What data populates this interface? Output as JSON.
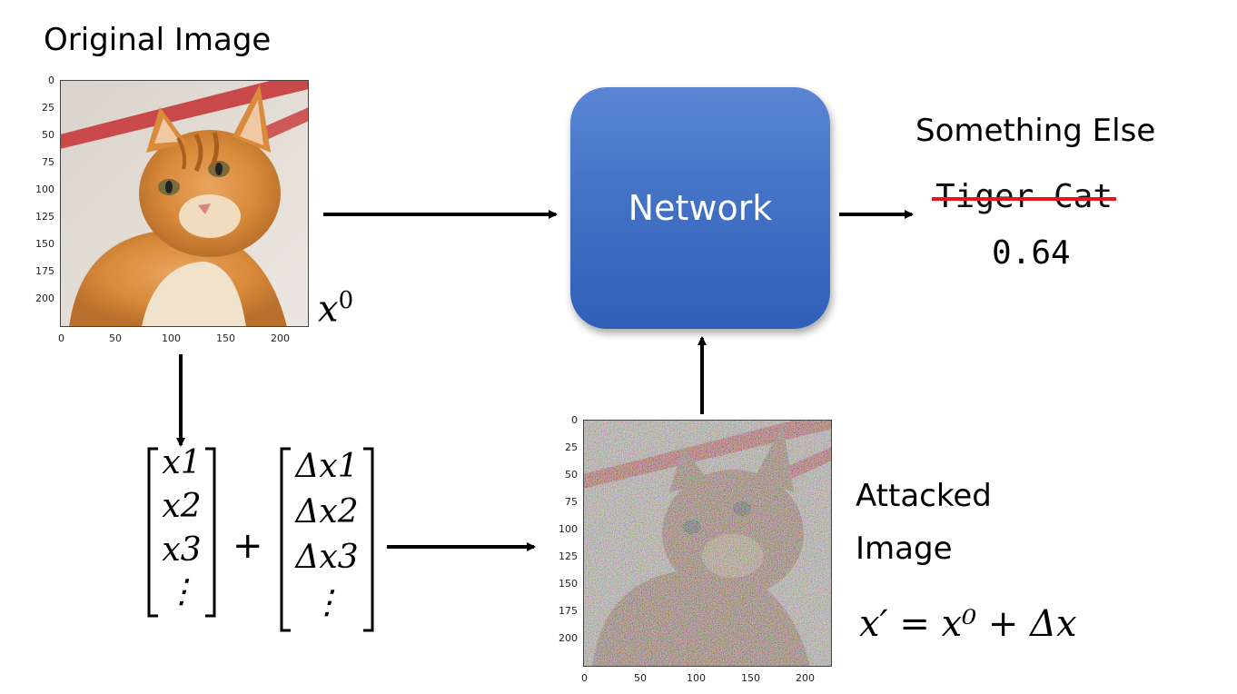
{
  "original": {
    "title": "Original Image",
    "symbol": "x",
    "superscript": "0",
    "y_ticks": [
      "0",
      "25",
      "50",
      "75",
      "100",
      "125",
      "150",
      "175",
      "200"
    ],
    "x_ticks": [
      "0",
      "50",
      "100",
      "150",
      "200"
    ]
  },
  "network": {
    "label": "Network"
  },
  "output": {
    "title": "Something Else",
    "struck_label": "Tiger Cat",
    "score": "0.64"
  },
  "vectors": {
    "left": [
      "x1",
      "x2",
      "x3",
      "⋮"
    ],
    "plus": "+",
    "right": [
      "Δx1",
      "Δx2",
      "Δx3",
      "⋮"
    ]
  },
  "attacked": {
    "title_line1": "Attacked",
    "title_line2": "Image",
    "formula": "x′ = x⁰ + Δx",
    "y_ticks": [
      "0",
      "25",
      "50",
      "75",
      "100",
      "125",
      "150",
      "175",
      "200"
    ],
    "x_ticks": [
      "0",
      "50",
      "100",
      "150",
      "200"
    ]
  },
  "colors": {
    "network": "#4472c4",
    "strike": "#e8171e",
    "arrow": "#000000"
  },
  "icons": {
    "original_image": "orange-tabby-cat-photo",
    "attacked_image": "noisy-cat-photo"
  }
}
